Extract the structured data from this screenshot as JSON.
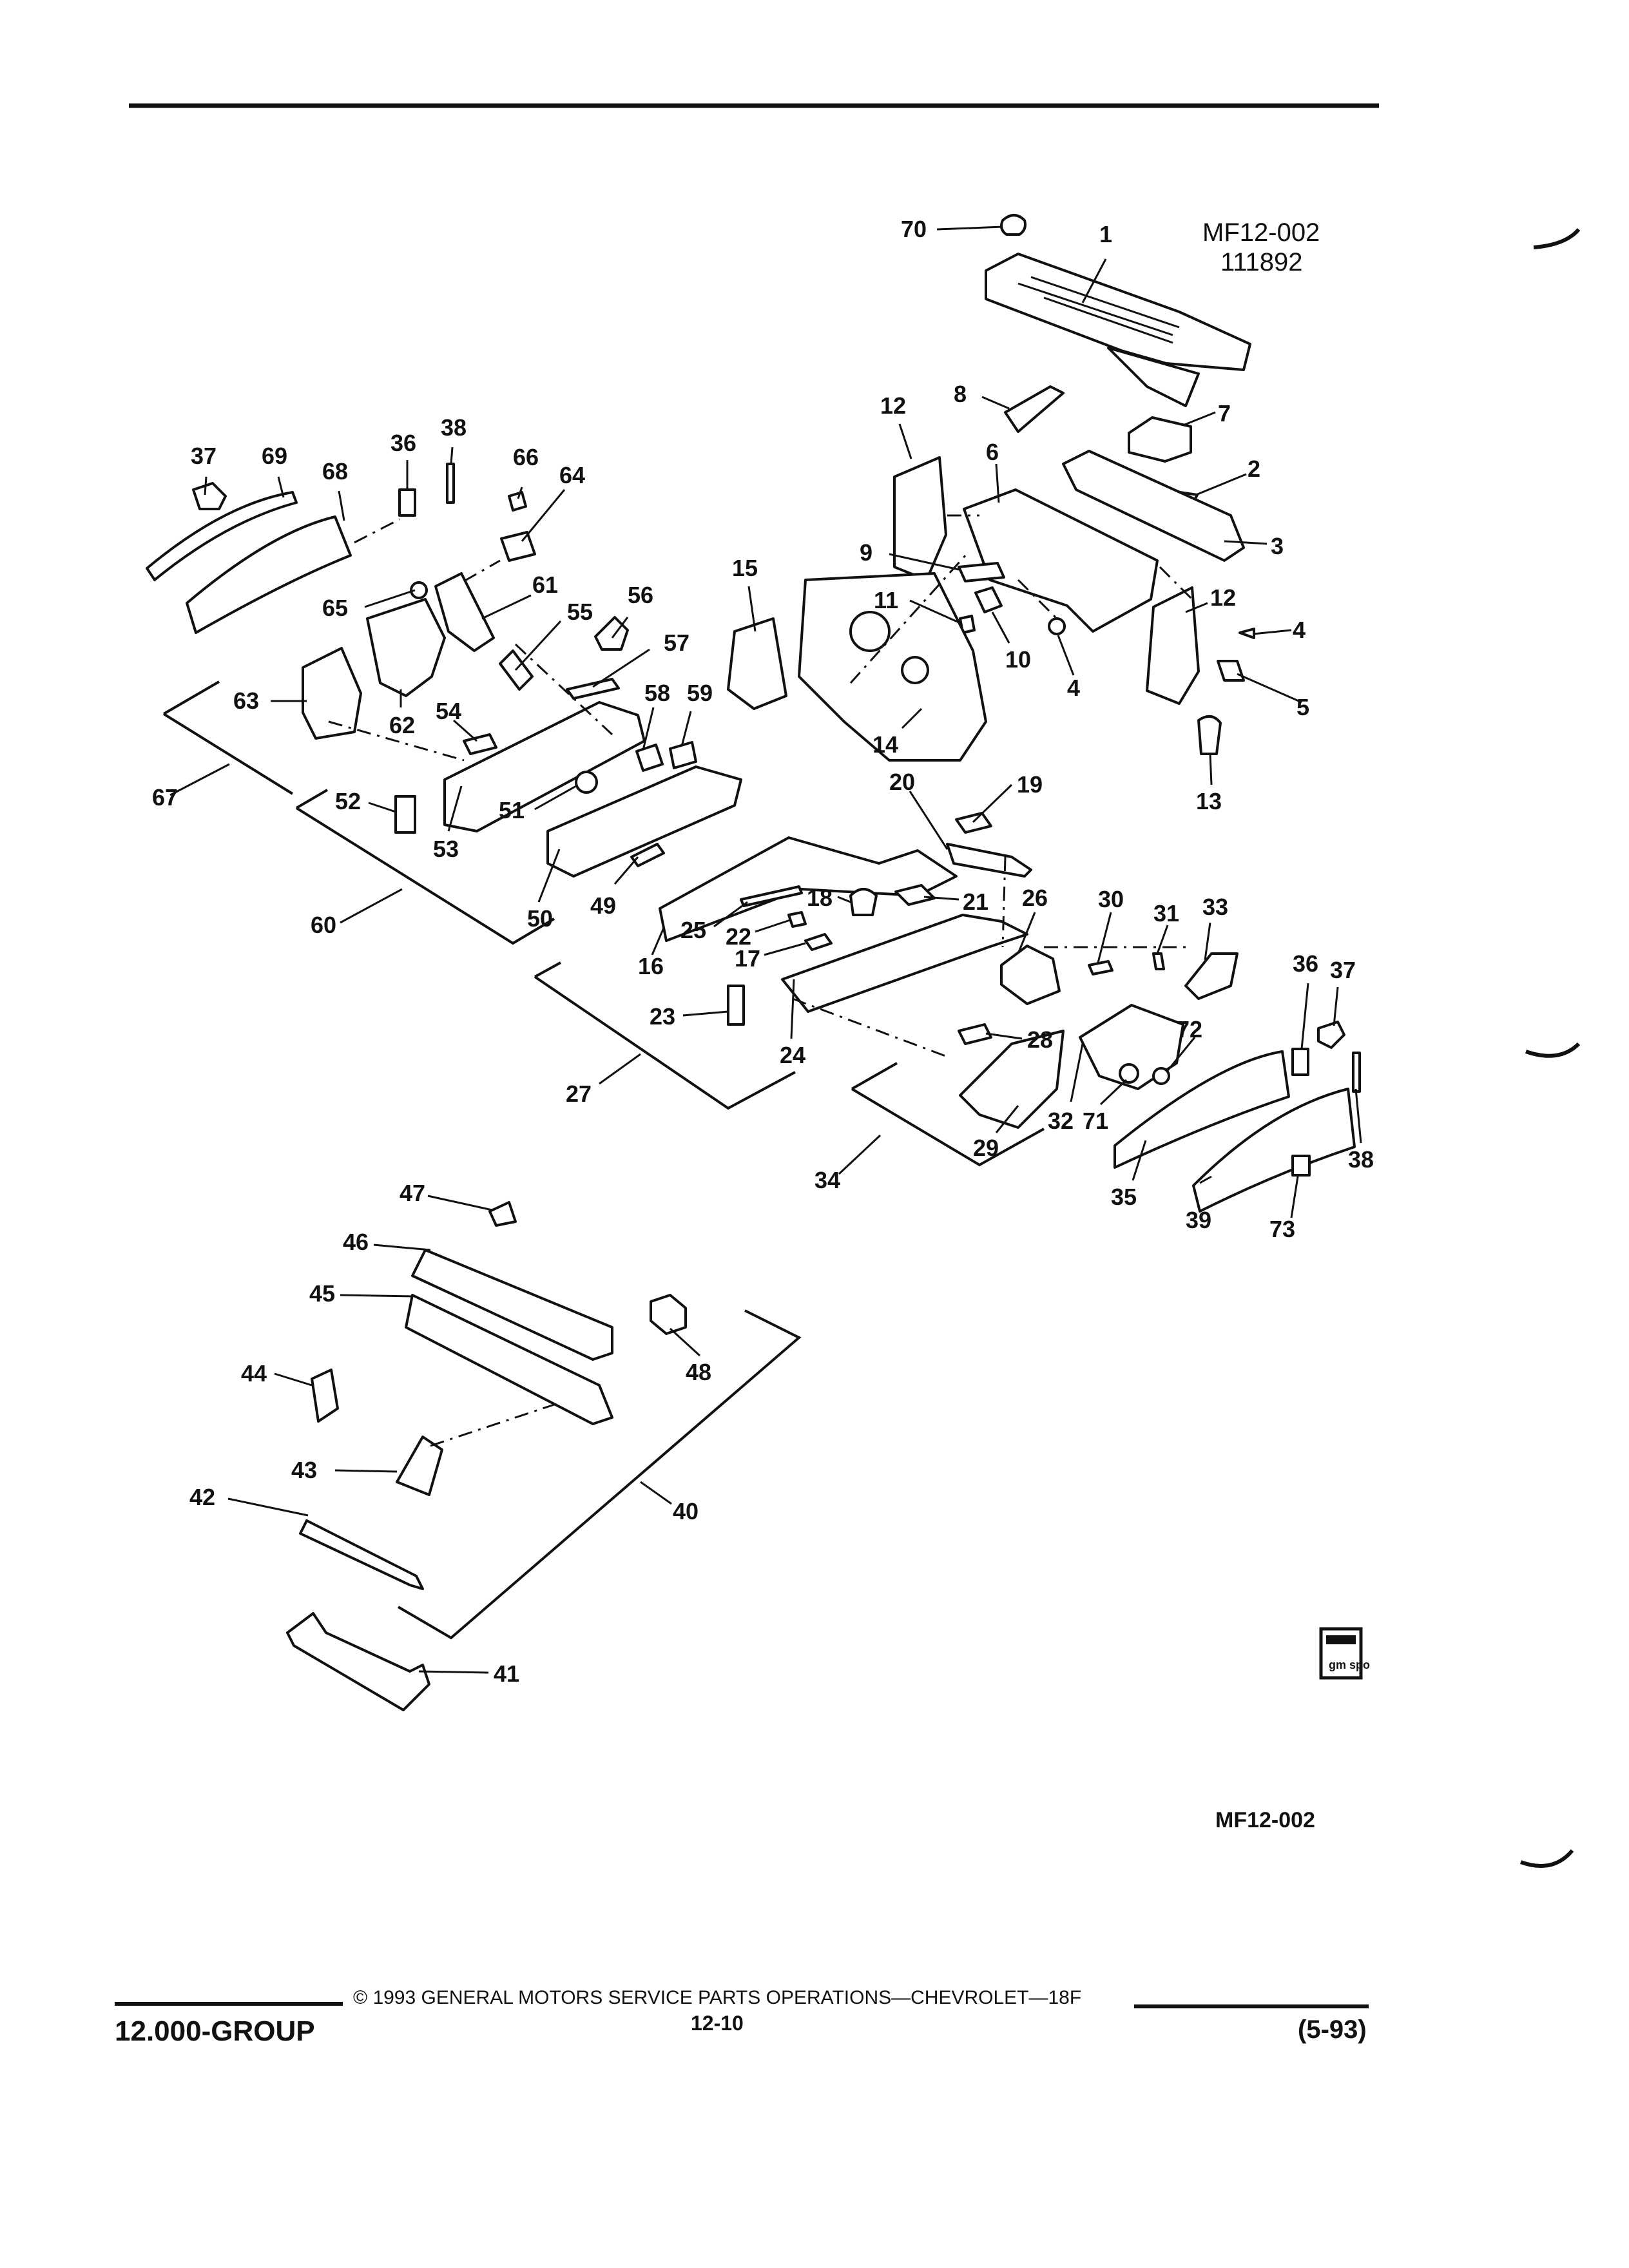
{
  "header": {
    "ref_code": "MF12-002",
    "ref_number": "111892"
  },
  "footer_ref_code": "MF12-002",
  "footer": {
    "group": "12.000-GROUP",
    "copyright": "© 1993 GENERAL MOTORS SERVICE PARTS OPERATIONS—CHEVROLET—18F",
    "page": "12-10",
    "date": "(5-93)"
  },
  "logo_text": "gm spo",
  "callouts": [
    {
      "id": "c70",
      "label": "70"
    },
    {
      "id": "c1",
      "label": "1"
    },
    {
      "id": "c8",
      "label": "8"
    },
    {
      "id": "c7",
      "label": "7"
    },
    {
      "id": "c12a",
      "label": "12"
    },
    {
      "id": "c6",
      "label": "6"
    },
    {
      "id": "c2",
      "label": "2"
    },
    {
      "id": "c3",
      "label": "3"
    },
    {
      "id": "c9",
      "label": "9"
    },
    {
      "id": "c15",
      "label": "15"
    },
    {
      "id": "c11",
      "label": "11"
    },
    {
      "id": "c12b",
      "label": "12"
    },
    {
      "id": "c4a",
      "label": "4"
    },
    {
      "id": "c10",
      "label": "10"
    },
    {
      "id": "c4b",
      "label": "4"
    },
    {
      "id": "c5",
      "label": "5"
    },
    {
      "id": "c14",
      "label": "14"
    },
    {
      "id": "c13",
      "label": "13"
    },
    {
      "id": "c37a",
      "label": "37"
    },
    {
      "id": "c69",
      "label": "69"
    },
    {
      "id": "c68",
      "label": "68"
    },
    {
      "id": "c36a",
      "label": "36"
    },
    {
      "id": "c38a",
      "label": "38"
    },
    {
      "id": "c66",
      "label": "66"
    },
    {
      "id": "c64",
      "label": "64"
    },
    {
      "id": "c65",
      "label": "65"
    },
    {
      "id": "c61",
      "label": "61"
    },
    {
      "id": "c55",
      "label": "55"
    },
    {
      "id": "c56",
      "label": "56"
    },
    {
      "id": "c57",
      "label": "57"
    },
    {
      "id": "c63",
      "label": "63"
    },
    {
      "id": "c62",
      "label": "62"
    },
    {
      "id": "c54",
      "label": "54"
    },
    {
      "id": "c58",
      "label": "58"
    },
    {
      "id": "c59",
      "label": "59"
    },
    {
      "id": "c67",
      "label": "67"
    },
    {
      "id": "c52",
      "label": "52"
    },
    {
      "id": "c51",
      "label": "51"
    },
    {
      "id": "c53",
      "label": "53"
    },
    {
      "id": "c20",
      "label": "20"
    },
    {
      "id": "c19",
      "label": "19"
    },
    {
      "id": "c60",
      "label": "60"
    },
    {
      "id": "c50",
      "label": "50"
    },
    {
      "id": "c49",
      "label": "49"
    },
    {
      "id": "c25",
      "label": "25"
    },
    {
      "id": "c18",
      "label": "18"
    },
    {
      "id": "c21",
      "label": "21"
    },
    {
      "id": "c26",
      "label": "26"
    },
    {
      "id": "c30",
      "label": "30"
    },
    {
      "id": "c31",
      "label": "31"
    },
    {
      "id": "c33",
      "label": "33"
    },
    {
      "id": "c22",
      "label": "22"
    },
    {
      "id": "c16",
      "label": "16"
    },
    {
      "id": "c17",
      "label": "17"
    },
    {
      "id": "c36b",
      "label": "36"
    },
    {
      "id": "c37b",
      "label": "37"
    },
    {
      "id": "c23",
      "label": "23"
    },
    {
      "id": "c24",
      "label": "24"
    },
    {
      "id": "c28",
      "label": "28"
    },
    {
      "id": "c72",
      "label": "72"
    },
    {
      "id": "c27",
      "label": "27"
    },
    {
      "id": "c32",
      "label": "32"
    },
    {
      "id": "c71",
      "label": "71"
    },
    {
      "id": "c29",
      "label": "29"
    },
    {
      "id": "c38b",
      "label": "38"
    },
    {
      "id": "c34",
      "label": "34"
    },
    {
      "id": "c35",
      "label": "35"
    },
    {
      "id": "c39",
      "label": "39"
    },
    {
      "id": "c73",
      "label": "73"
    },
    {
      "id": "c47",
      "label": "47"
    },
    {
      "id": "c46",
      "label": "46"
    },
    {
      "id": "c45",
      "label": "45"
    },
    {
      "id": "c48",
      "label": "48"
    },
    {
      "id": "c44",
      "label": "44"
    },
    {
      "id": "c43",
      "label": "43"
    },
    {
      "id": "c40",
      "label": "40"
    },
    {
      "id": "c42",
      "label": "42"
    },
    {
      "id": "c41",
      "label": "41"
    }
  ]
}
